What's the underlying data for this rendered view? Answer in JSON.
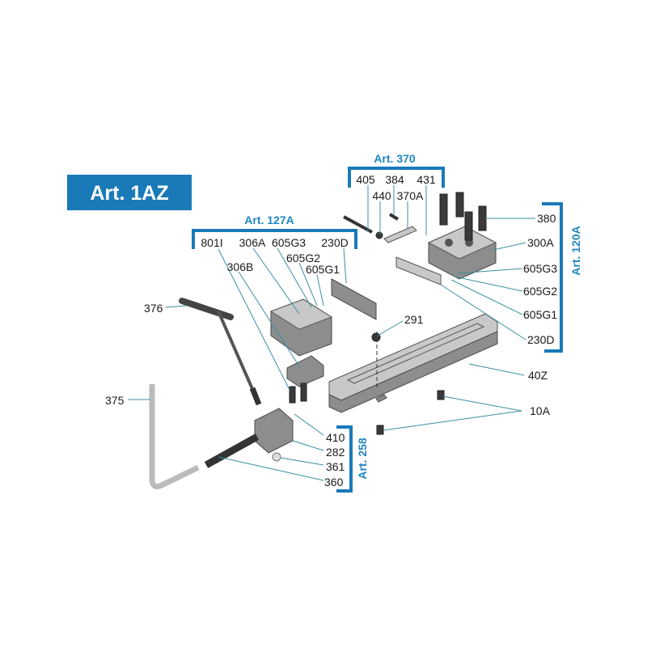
{
  "title": "Art. 1AZ",
  "colors": {
    "brand_blue": "#1a7ab8",
    "leader": "#3a8fa3"
  },
  "groups": {
    "art370": {
      "label": "Art. 370",
      "parts": [
        "405",
        "384",
        "431",
        "440",
        "370A"
      ]
    },
    "art127A": {
      "label": "Art. 127A",
      "parts": [
        "801I",
        "306A",
        "605G3",
        "230D",
        "306B",
        "605G2",
        "605G1"
      ]
    },
    "art120A": {
      "label": "Art. 120A",
      "parts": [
        "380",
        "300A",
        "605G3",
        "605G2",
        "605G1",
        "230D"
      ]
    },
    "art258": {
      "label": "Art. 258",
      "parts": [
        "410",
        "282",
        "361",
        "360"
      ]
    }
  },
  "loose_parts": {
    "p291": "291",
    "p40Z": "40Z",
    "p10A": "10A",
    "p376": "376",
    "p375": "375"
  }
}
